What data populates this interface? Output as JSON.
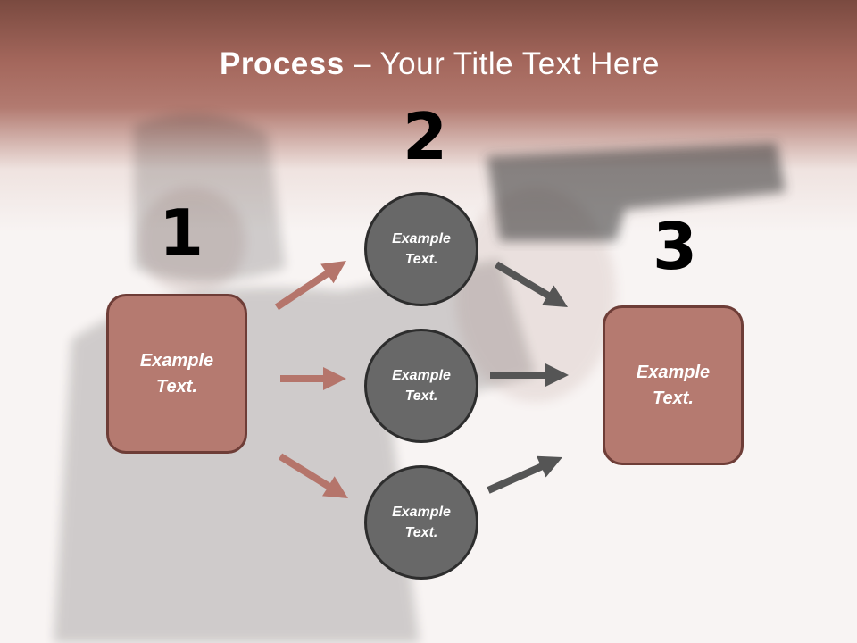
{
  "title": {
    "bold": "Process",
    "rest": " – Your Title Text Here"
  },
  "steps": [
    {
      "number": "1",
      "label": "Example\nText."
    },
    {
      "number": "2",
      "label": "Example\nText."
    },
    {
      "number": "3",
      "label": "Example\nText."
    }
  ],
  "circles": [
    {
      "label": "Example\nText."
    },
    {
      "label": "Example\nText."
    },
    {
      "label": "Example\nText."
    }
  ],
  "colors": {
    "accent": "#b57a70",
    "accent_border": "#6e3d37",
    "circle": "#686868",
    "circle_border": "#2d2d2d",
    "arrow_left": "#b5756b",
    "arrow_right": "#555555"
  }
}
